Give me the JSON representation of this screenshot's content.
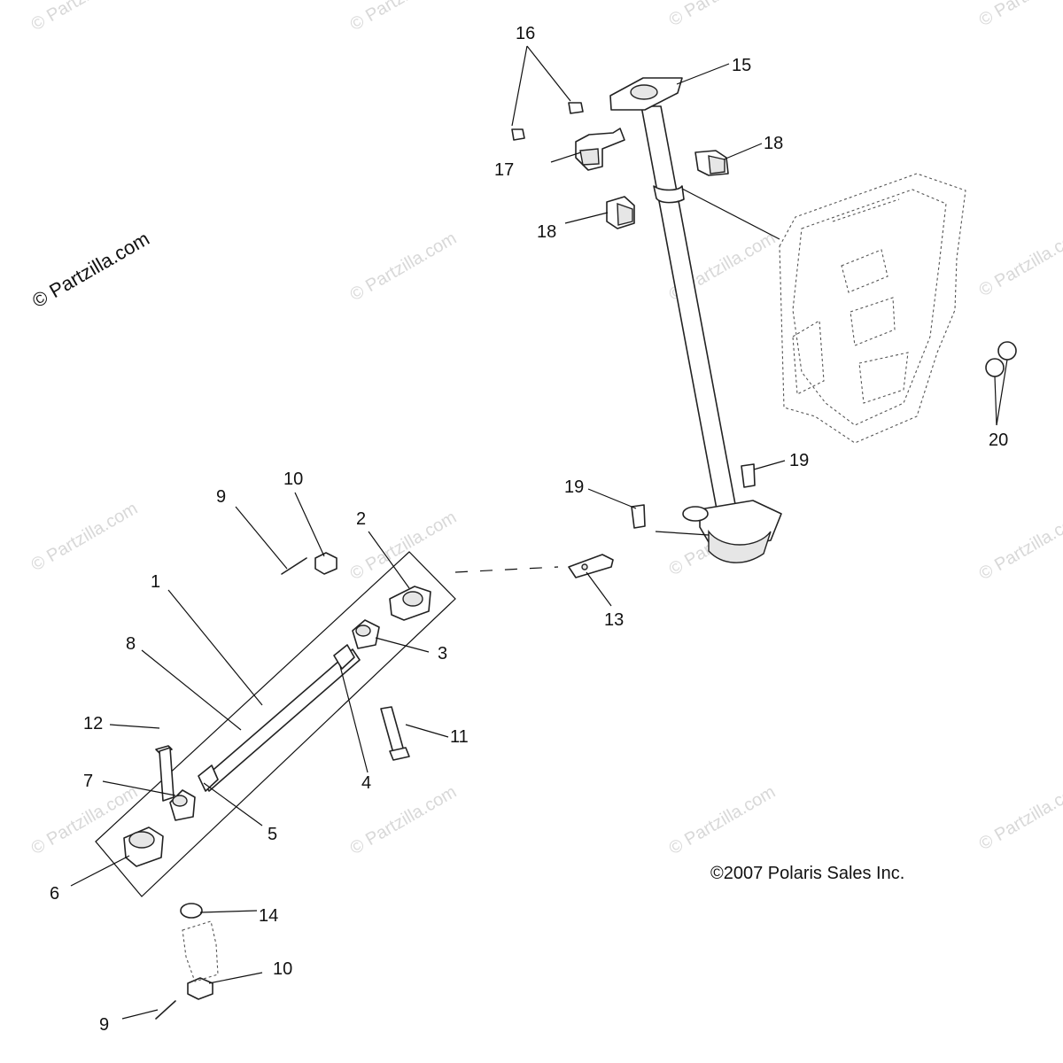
{
  "watermark": {
    "brand": "© Partzilla.com",
    "tile": "© Partzilla.com"
  },
  "copyright": "©2007 Polaris Sales Inc.",
  "callouts": {
    "c1": "1",
    "c2": "2",
    "c3": "3",
    "c4": "4",
    "c5": "5",
    "c6": "6",
    "c7": "7",
    "c8": "8",
    "c9a": "9",
    "c9b": "9",
    "c10a": "10",
    "c10b": "10",
    "c11": "11",
    "c12": "12",
    "c13": "13",
    "c14": "14",
    "c15": "15",
    "c16": "16",
    "c17": "17",
    "c18a": "18",
    "c18b": "18",
    "c19a": "19",
    "c19b": "19",
    "c20": "20"
  }
}
